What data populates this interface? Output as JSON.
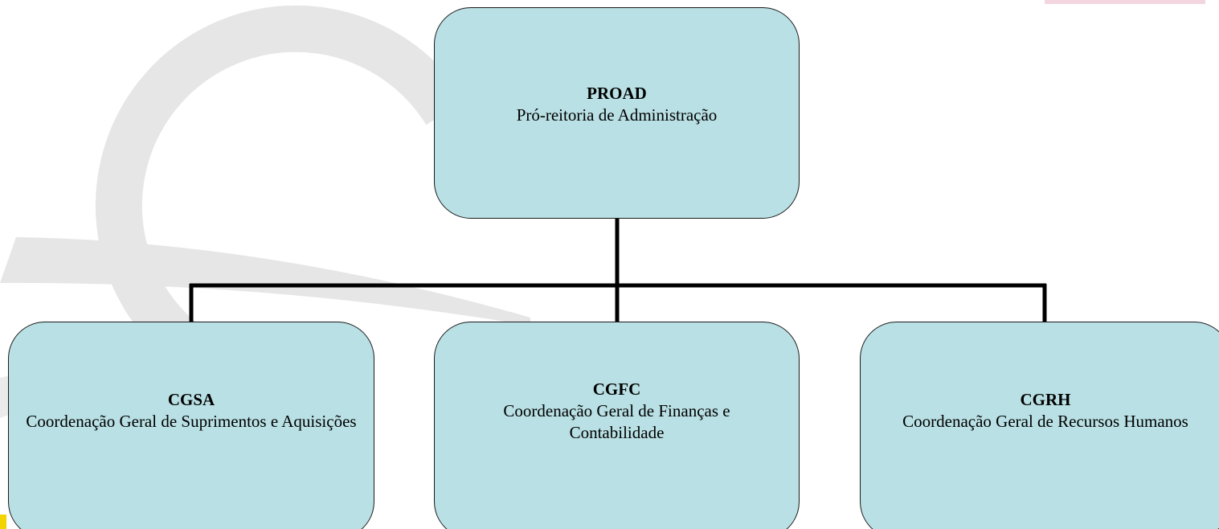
{
  "colors": {
    "node_fill": "#b9e0e4",
    "node_border": "#1a1a1a",
    "connector": "#000000",
    "watermark": "#e3e3e3"
  },
  "org_chart": {
    "root": {
      "code": "PROAD",
      "description": "Pró-reitoria de Administração"
    },
    "children": [
      {
        "code": "CGSA",
        "description": "Coordenação Geral de Suprimentos e Aquisições"
      },
      {
        "code": "CGFC",
        "description": "Coordenação Geral de Finanças e Contabilidade"
      },
      {
        "code": "CGRH",
        "description": "Coordenação Geral de Recursos Humanos"
      }
    ]
  }
}
